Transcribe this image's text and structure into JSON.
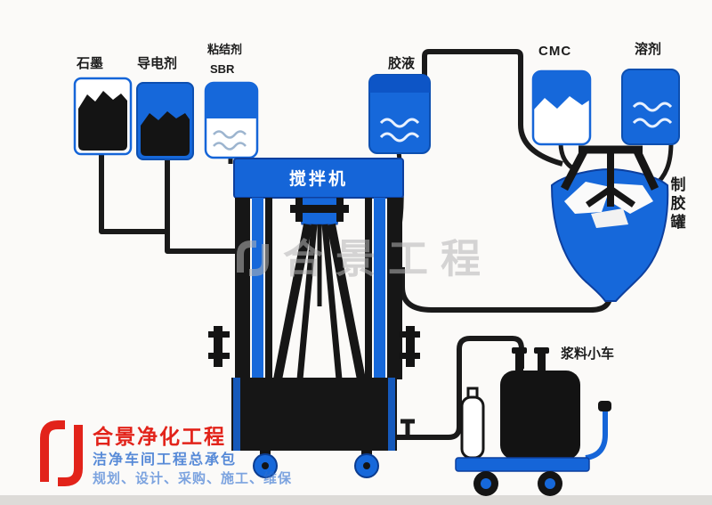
{
  "diagram": {
    "labels": {
      "graphite": "石墨",
      "conductive_agent": "导电剂",
      "binder": "粘结剂",
      "binder_type": "SBR",
      "glue_solution": "胶液",
      "cmc": "CMC",
      "solvent": "溶剂",
      "glue_tank": "制胶罐",
      "mixer": "搅拌机",
      "slurry_cart": "浆料小车"
    },
    "colors": {
      "equipment_blue": "#1668da",
      "equipment_blue_dark": "#0d4fb0",
      "pipe_black": "#1a1a1a",
      "material_black": "#141414",
      "background": "#fbfaf8",
      "watermark_gray": "#b5b5b5"
    }
  },
  "watermark": {
    "text": "合景工程"
  },
  "footer": {
    "company": "合景净化工程",
    "tagline": "洁净车间工程总承包",
    "services": "规划、设计、采购、施工、维保",
    "brand_red": "#e2231a",
    "brand_blue": "#2f6fd0"
  }
}
